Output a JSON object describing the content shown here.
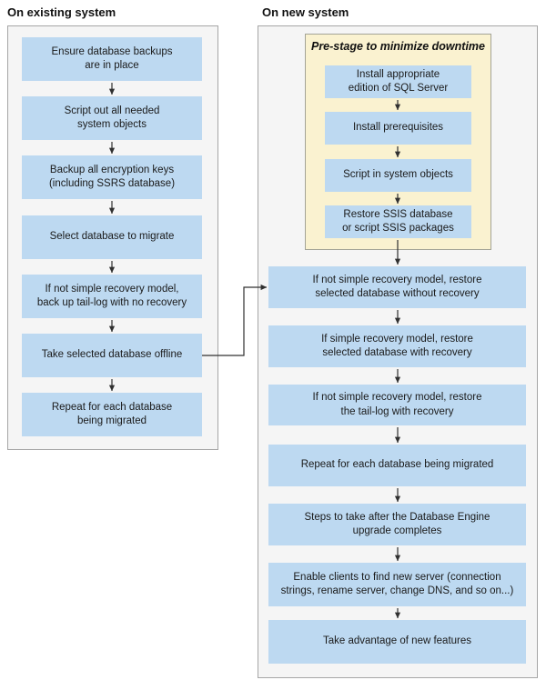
{
  "left": {
    "heading": "On existing system",
    "boxes": [
      {
        "label": "Ensure database backups\nare in place"
      },
      {
        "label": "Script out all needed\nsystem objects"
      },
      {
        "label": "Backup all encryption keys\n(including SSRS database)"
      },
      {
        "label": "Select database to migrate"
      },
      {
        "label": "If not simple recovery model,\nback up tail-log with no recovery"
      },
      {
        "label": "Take selected database offline"
      },
      {
        "label": "Repeat for each database\nbeing migrated"
      }
    ]
  },
  "right": {
    "heading": "On new system",
    "prestage": {
      "title": "Pre-stage to minimize downtime",
      "boxes": [
        {
          "label": "Install appropriate\nedition of SQL Server"
        },
        {
          "label": "Install prerequisites"
        },
        {
          "label": "Script in system objects"
        },
        {
          "label": "Restore SSIS database\nor script SSIS packages"
        }
      ]
    },
    "boxes": [
      {
        "label": "If not simple recovery model, restore\nselected database without recovery"
      },
      {
        "label": "If simple recovery model, restore\nselected database with recovery"
      },
      {
        "label": "If not simple recovery model, restore\nthe tail-log with recovery"
      },
      {
        "label": "Repeat for each database being migrated"
      },
      {
        "label": "Steps to take after the Database Engine\nupgrade completes"
      },
      {
        "label": "Enable clients to find new server (connection\nstrings, rename server, change DNS, and so on...)"
      },
      {
        "label": "Take advantage of new features"
      }
    ]
  },
  "icons": {
    "arrow_down": "arrow-down-icon",
    "elbow_connector": "elbow-right-connector-icon"
  },
  "colors": {
    "step_fill": "#bdd9f1",
    "prestage_fill": "#faf2d0",
    "panel_fill": "#f5f5f5",
    "panel_border": "#a6a6a6",
    "arrow": "#303030",
    "text": "#1a1a1a"
  }
}
